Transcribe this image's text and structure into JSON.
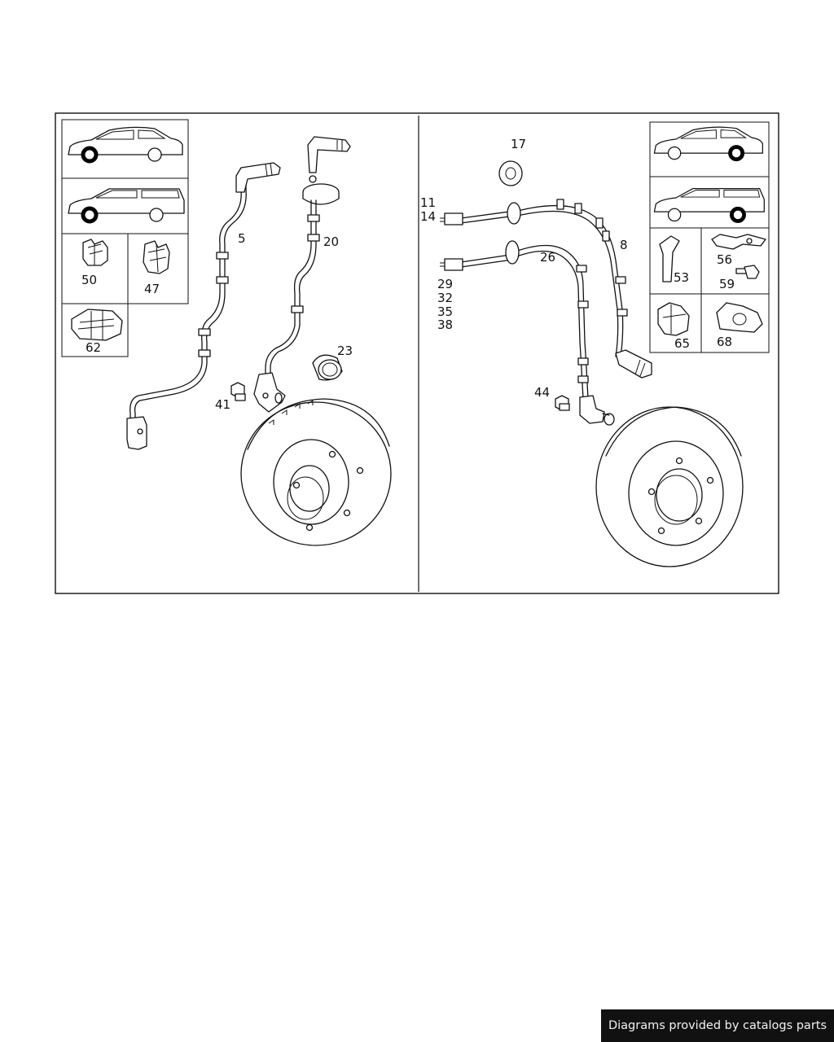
{
  "diagram": {
    "left_panel": {
      "callouts": [
        "5",
        "20",
        "23",
        "41",
        "50",
        "47",
        "62"
      ]
    },
    "right_panel": {
      "callouts": [
        "17",
        "11",
        "14",
        "8",
        "26",
        "29",
        "32",
        "35",
        "38",
        "44",
        "53",
        "56",
        "59",
        "65",
        "68"
      ]
    }
  },
  "credit": {
    "text": "Diagrams provided by catalogs parts",
    "background": "#111111",
    "color": "#f2f2f2"
  }
}
